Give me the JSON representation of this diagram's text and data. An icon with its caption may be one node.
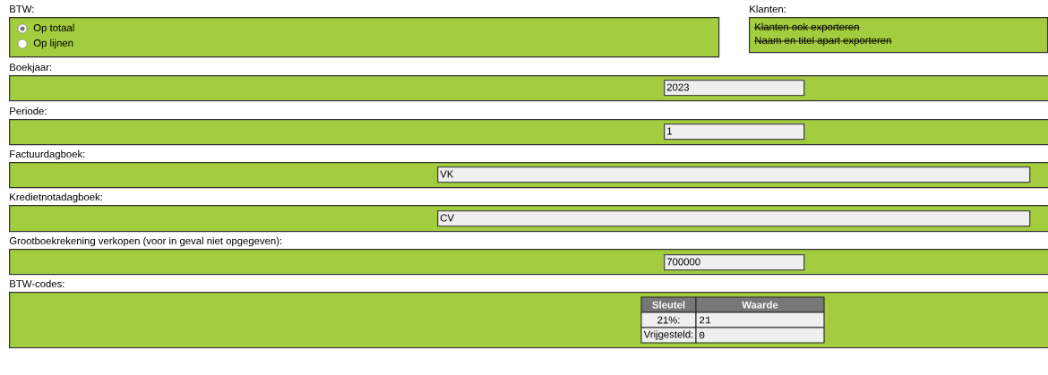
{
  "diagram": {
    "nodes": [
      {
        "text": [
          "BTW:",
          "Op totaal",
          "Op lijnen"
        ]
      },
      {
        "text": [
          "Klanten:",
          "Klanten ook exporteren",
          "Naam en titel apart exporteren"
        ]
      },
      {
        "text": [
          "Boekjaar:"
        ]
      },
      {
        "text": [
          "2023"
        ],
        "in": 2
      },
      {
        "text": [
          "Periode:"
        ]
      },
      {
        "text": [
          "1"
        ],
        "in": 4
      },
      {
        "text": [
          "Factuurdagboek:"
        ]
      },
      {
        "text": [
          "VK"
        ],
        "in": 6
      },
      {
        "text": [
          "Kredietnotadagboek:"
        ]
      },
      {
        "text": [
          "CV"
        ],
        "in": 8
      },
      {
        "text": [
          "Grootboekrekening verkopen (voor in geval niet opgegeven):"
        ]
      },
      {
        "text": [
          "700000"
        ],
        "in": 10
      },
      {
        "text": [
          "BTW-codes:"
        ]
      }
    ],
    "labels": [
      "Sleutel",
      "Waarde",
      "21%:",
      "21",
      "Vrijgesteld:",
      "0"
    ]
  }
}
